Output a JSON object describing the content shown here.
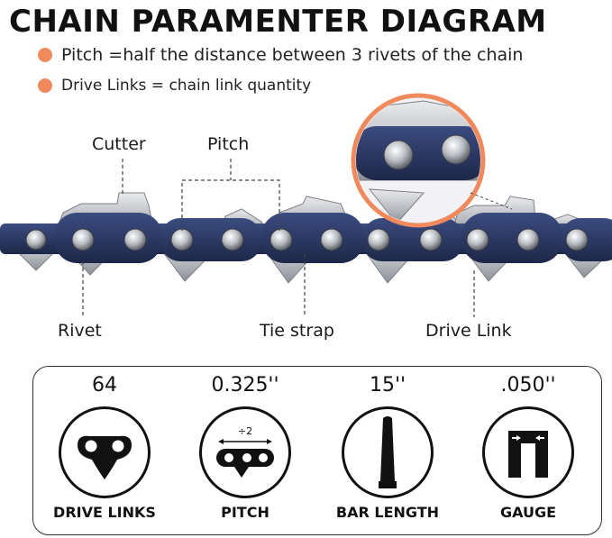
{
  "title": "CHAIN PARAMENTER DIAGRAM",
  "bullets": [
    "Pitch =half the distance between 3 rivets of the chain",
    "Drive Links = chain link quantity"
  ],
  "labels": {
    "cutter": "Cutter",
    "pitch": "Pitch",
    "rivet": "Rivet",
    "tie_strap": "Tie strap",
    "drive_link": "Drive Link"
  },
  "specs": [
    {
      "value": "64",
      "caption": "DRIVE LINKS",
      "icon": "drive-link-icon"
    },
    {
      "value": "0.325''",
      "caption": "PITCH",
      "icon": "pitch-icon",
      "icon_text": "÷2"
    },
    {
      "value": "15''",
      "caption": "BAR LENGTH",
      "icon": "bar-icon"
    },
    {
      "value": ".050''",
      "caption": "GAUGE",
      "icon": "gauge-icon"
    }
  ],
  "colors": {
    "accent": "#f08a5d",
    "chain_blue": "#2b3a66",
    "steel": "#c7c9cc"
  }
}
